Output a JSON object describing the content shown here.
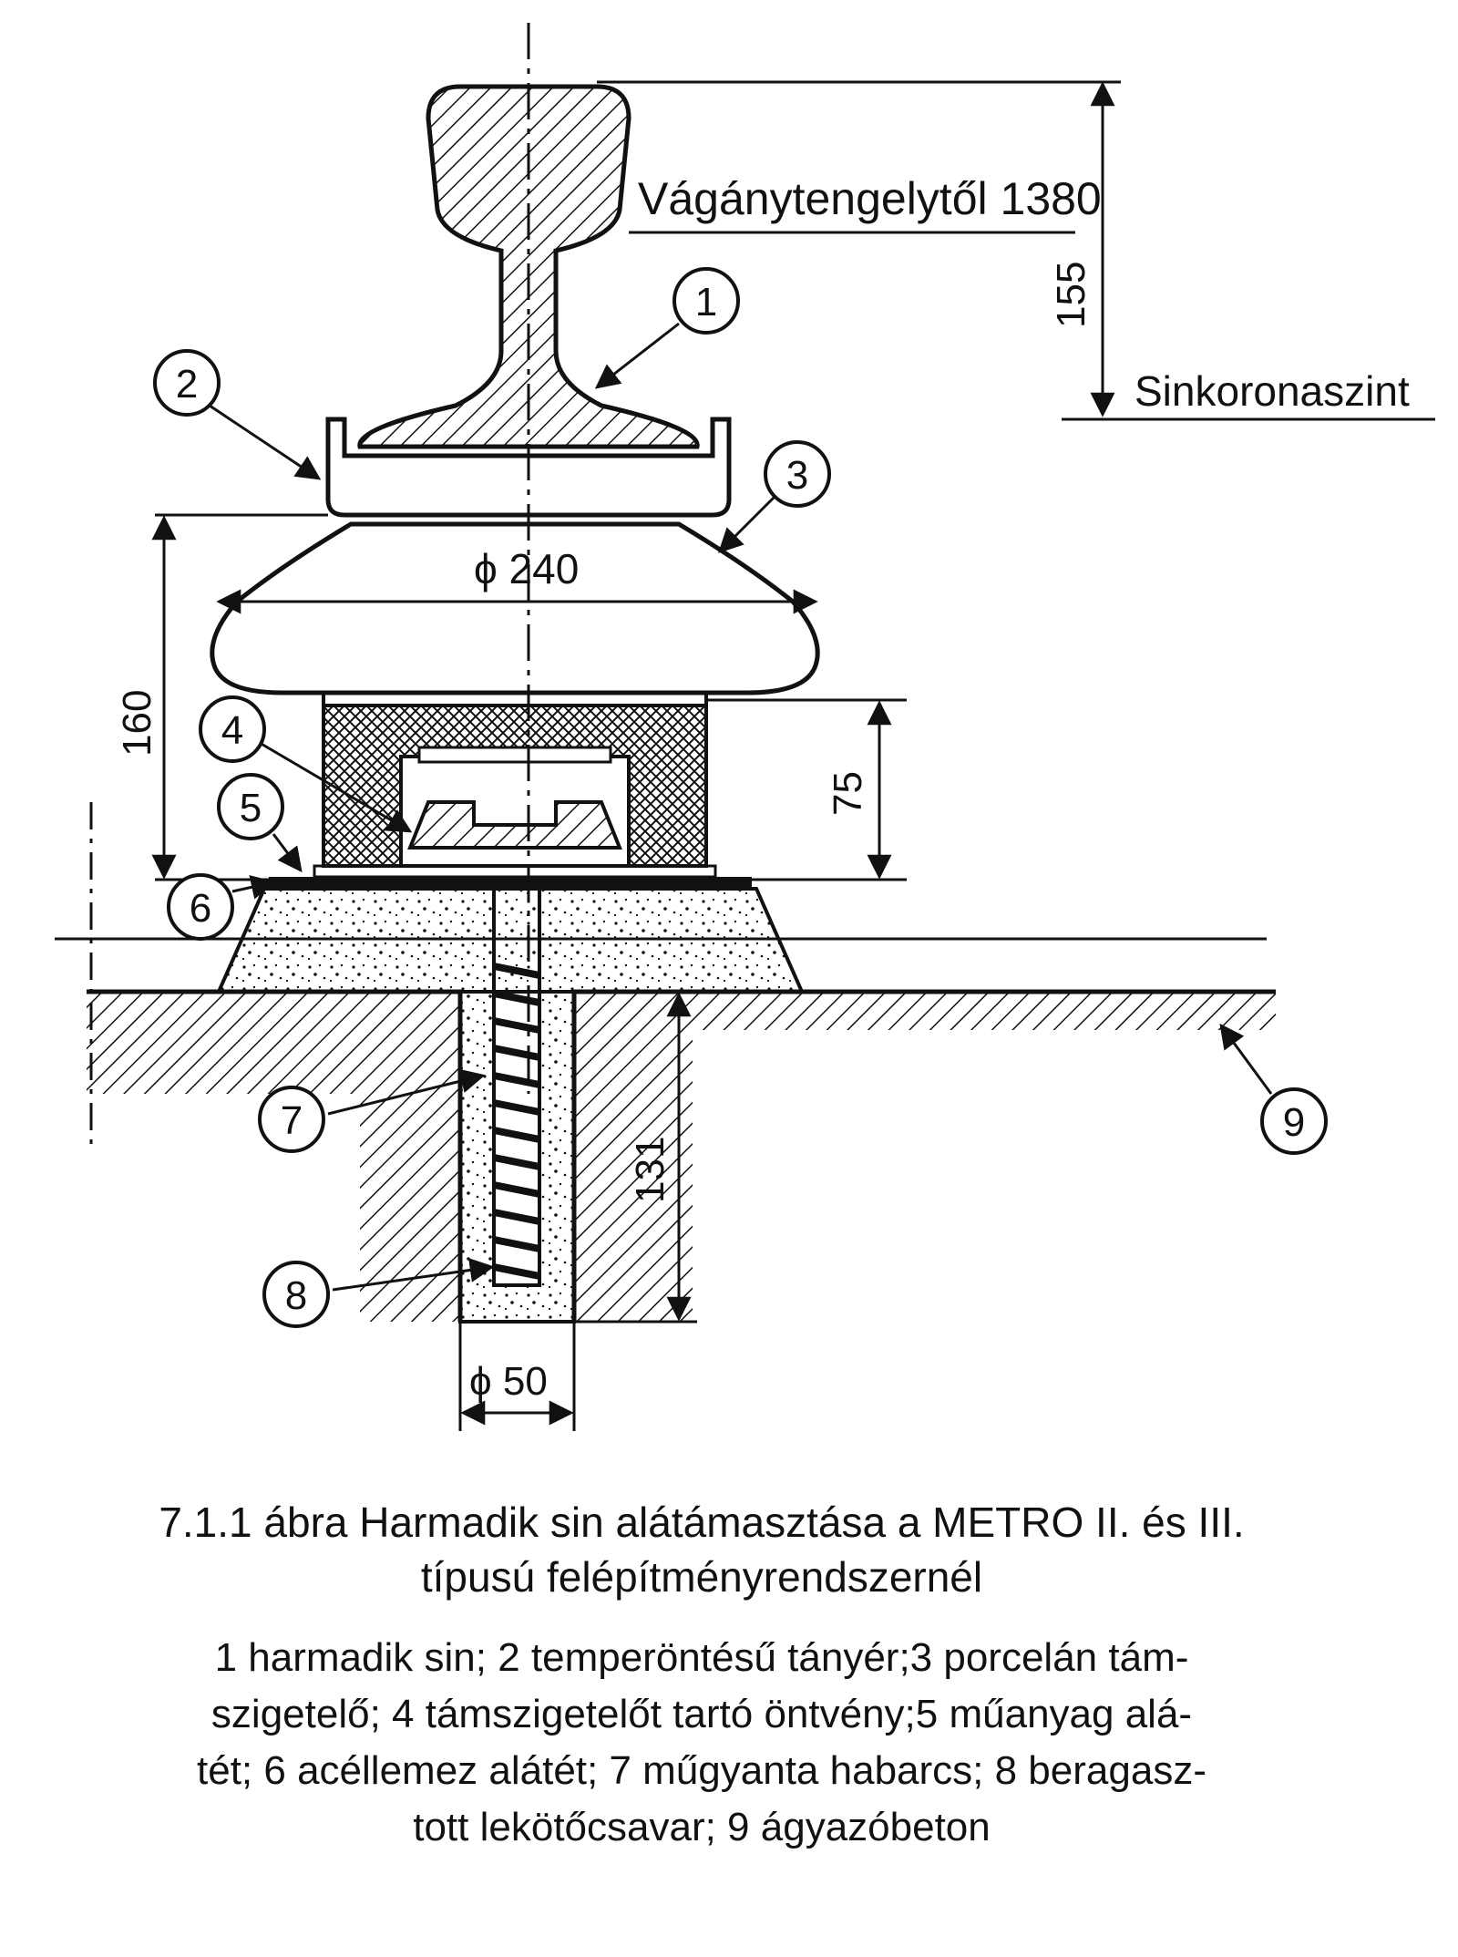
{
  "labels": {
    "rail_distance": "Vágánytengelytől 1380",
    "dim_155": "155",
    "rail_level": "Sinkoronaszint",
    "dim_phi240": "ϕ 240",
    "dim_160": "160",
    "dim_75": "75",
    "dim_131": "131",
    "dim_phi50": "ϕ 50"
  },
  "callouts": [
    "1",
    "2",
    "3",
    "4",
    "5",
    "6",
    "7",
    "8",
    "9"
  ],
  "caption": {
    "title_line1": "7.1.1 ábra Harmadik sin alátámasztása a METRO II. és III.",
    "title_line2": "típusú felépítményrendszernél",
    "legend_line1": "1 harmadik sin; 2 temperöntésű tányér;3 porcelán tám-",
    "legend_line2": "szigetelő; 4 támszigetelőt tartó öntvény;5 műanyag alá-",
    "legend_line3": "tét; 6 acéllemez alátét; 7 műgyanta habarcs; 8 beragasz-",
    "legend_line4": "tott lekötőcsavar; 9 ágyazóbeton"
  }
}
